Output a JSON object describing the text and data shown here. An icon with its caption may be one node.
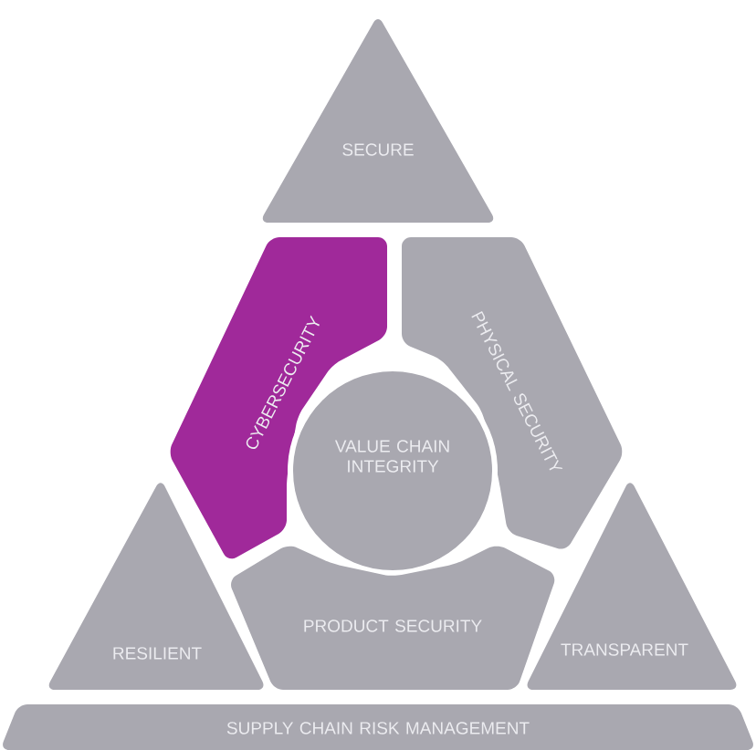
{
  "diagram": {
    "nodes": [
      {
        "text": [
          "SECURE"
        ]
      },
      {
        "text": [
          "CYBERSECURITY"
        ]
      },
      {
        "text": [
          "PHYSICAL SECURITY"
        ]
      },
      {
        "text": [
          "VALUE CHAIN INTEGRITY"
        ]
      },
      {
        "text": [
          "RESILIENT"
        ]
      },
      {
        "text": [
          "PRODUCT SECURITY"
        ]
      },
      {
        "text": [
          "TRANSPARENT"
        ]
      },
      {
        "text": [
          "SUPPLY CHAIN RISK MANAGEMENT"
        ]
      }
    ]
  }
}
